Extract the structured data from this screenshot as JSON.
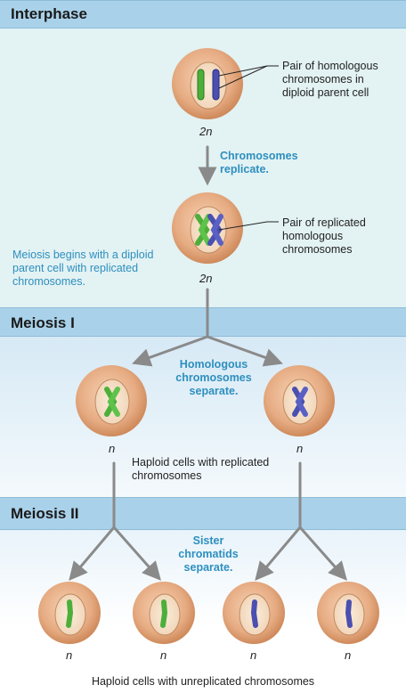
{
  "sections": {
    "interphase": "Interphase",
    "meiosis1": "Meiosis I",
    "meiosis2": "Meiosis II"
  },
  "labels": {
    "homologous_pair": "Pair of homologous chromosomes in diploid parent cell",
    "replicated_pair": "Pair of replicated homologous chromosomes",
    "meiosis_begins": "Meiosis begins with a diploid parent cell with replicated chromosomes.",
    "chromosomes_replicate": "Chromosomes replicate.",
    "homologous_separate": "Homologous chromosomes separate.",
    "haploid_replicated": "Haploid cells with replicated chromosomes",
    "sister_separate": "Sister chromatids separate.",
    "haploid_unreplicated": "Haploid cells with unreplicated chromosomes"
  },
  "ploidy": {
    "diploid": "2n",
    "haploid": "n"
  },
  "colors": {
    "green_chromosome": "#4caf3a",
    "purple_chromosome": "#4a4fb0",
    "cell": "#e0a57a",
    "section_header": "#a9d2ea",
    "label_blue": "#2d8fbf"
  }
}
